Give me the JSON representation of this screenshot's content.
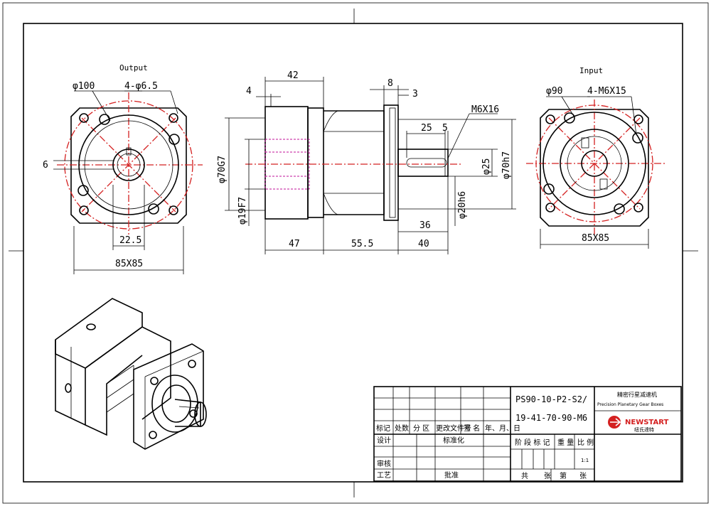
{
  "views": {
    "output": {
      "title": "Output",
      "diameter": "φ100",
      "holes": "4-φ6.5",
      "key_width": "6",
      "offset": "22.5",
      "size": "85X85"
    },
    "side": {
      "d42": "42",
      "d4": "4",
      "d8": "8",
      "d3": "3",
      "d25": "25",
      "d5": "5",
      "thread": "M6X16",
      "phi70g7": "φ70G7",
      "phi19f7": "φ19F7",
      "phi25": "φ25",
      "phi70h7": "φ70h7",
      "phi20h6": "φ20h6",
      "d36": "36",
      "d47": "47",
      "d555": "55.5",
      "d40": "40"
    },
    "input": {
      "title": "Input",
      "diameter": "φ90",
      "holes": "4-M6X15",
      "size": "85X85"
    }
  },
  "title_block": {
    "model_line1": "PS90-10-P2-S2/",
    "model_line2": "19-41-70-90-M6",
    "company_cn": "精密行星减速机",
    "company_en": "Precision Planetary Gear Boxes",
    "brand": "NEWSTART",
    "brand_cn": "纽氏達特",
    "row_headers": [
      "标记",
      "处数",
      "分 区",
      "更改文件号",
      "签 名",
      "年、月、日"
    ],
    "design": "设计",
    "standardize": "标准化",
    "review": "审核",
    "process": "工艺",
    "approve": "批准",
    "stage_labels": [
      "阶 段 标 记",
      "重 量",
      "比 例"
    ],
    "scale": "1:1",
    "sheet_labels": [
      "共",
      "张",
      "第",
      "张"
    ]
  },
  "colors": {
    "line": "#000000",
    "center_line": "#d42020",
    "hidden_line": "#c0109a",
    "logo_red": "#d42020"
  }
}
